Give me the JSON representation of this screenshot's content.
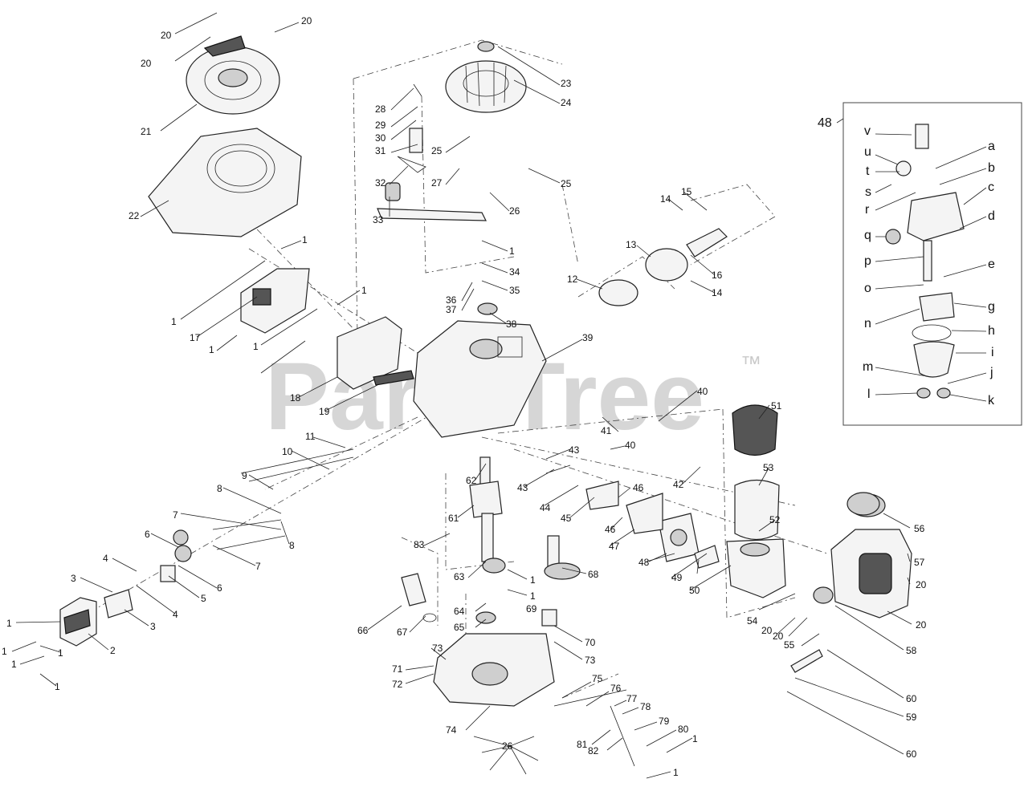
{
  "watermark": {
    "text": "PartsTree",
    "trademark": "™"
  },
  "inset": {
    "ref": "48"
  },
  "inset_labels": [
    "v",
    "u",
    "t",
    "s",
    "r",
    "q",
    "p",
    "o",
    "n",
    "m",
    "l",
    "a",
    "b",
    "c",
    "d",
    "e",
    "g",
    "h",
    "i",
    "j",
    "k"
  ],
  "callouts": [
    "20",
    "20",
    "20",
    "23",
    "24",
    "28",
    "29",
    "30",
    "31",
    "25",
    "27",
    "25",
    "26",
    "32",
    "33",
    "21",
    "22",
    "15",
    "14",
    "13",
    "16",
    "14",
    "12",
    "1",
    "1",
    "34",
    "35",
    "36",
    "37",
    "38",
    "39",
    "1",
    "17",
    "1",
    "1",
    "1",
    "18",
    "19",
    "40",
    "41",
    "40",
    "11",
    "10",
    "9",
    "8",
    "8",
    "7",
    "7",
    "6",
    "6",
    "5",
    "4",
    "4",
    "3",
    "3",
    "2",
    "1",
    "1",
    "1",
    "1",
    "1",
    "51",
    "53",
    "52",
    "50",
    "43",
    "43",
    "42",
    "44",
    "45",
    "46",
    "46",
    "47",
    "62",
    "61",
    "83",
    "63",
    "68",
    "1",
    "1",
    "69",
    "48",
    "49",
    "66",
    "67",
    "64",
    "65",
    "73",
    "73",
    "70",
    "71",
    "72",
    "74",
    "75",
    "76",
    "77",
    "78",
    "79",
    "80",
    "81",
    "82",
    "26",
    "1",
    "1",
    "56",
    "57",
    "20",
    "20",
    "54",
    "20",
    "20",
    "55",
    "58",
    "60",
    "59",
    "60"
  ]
}
